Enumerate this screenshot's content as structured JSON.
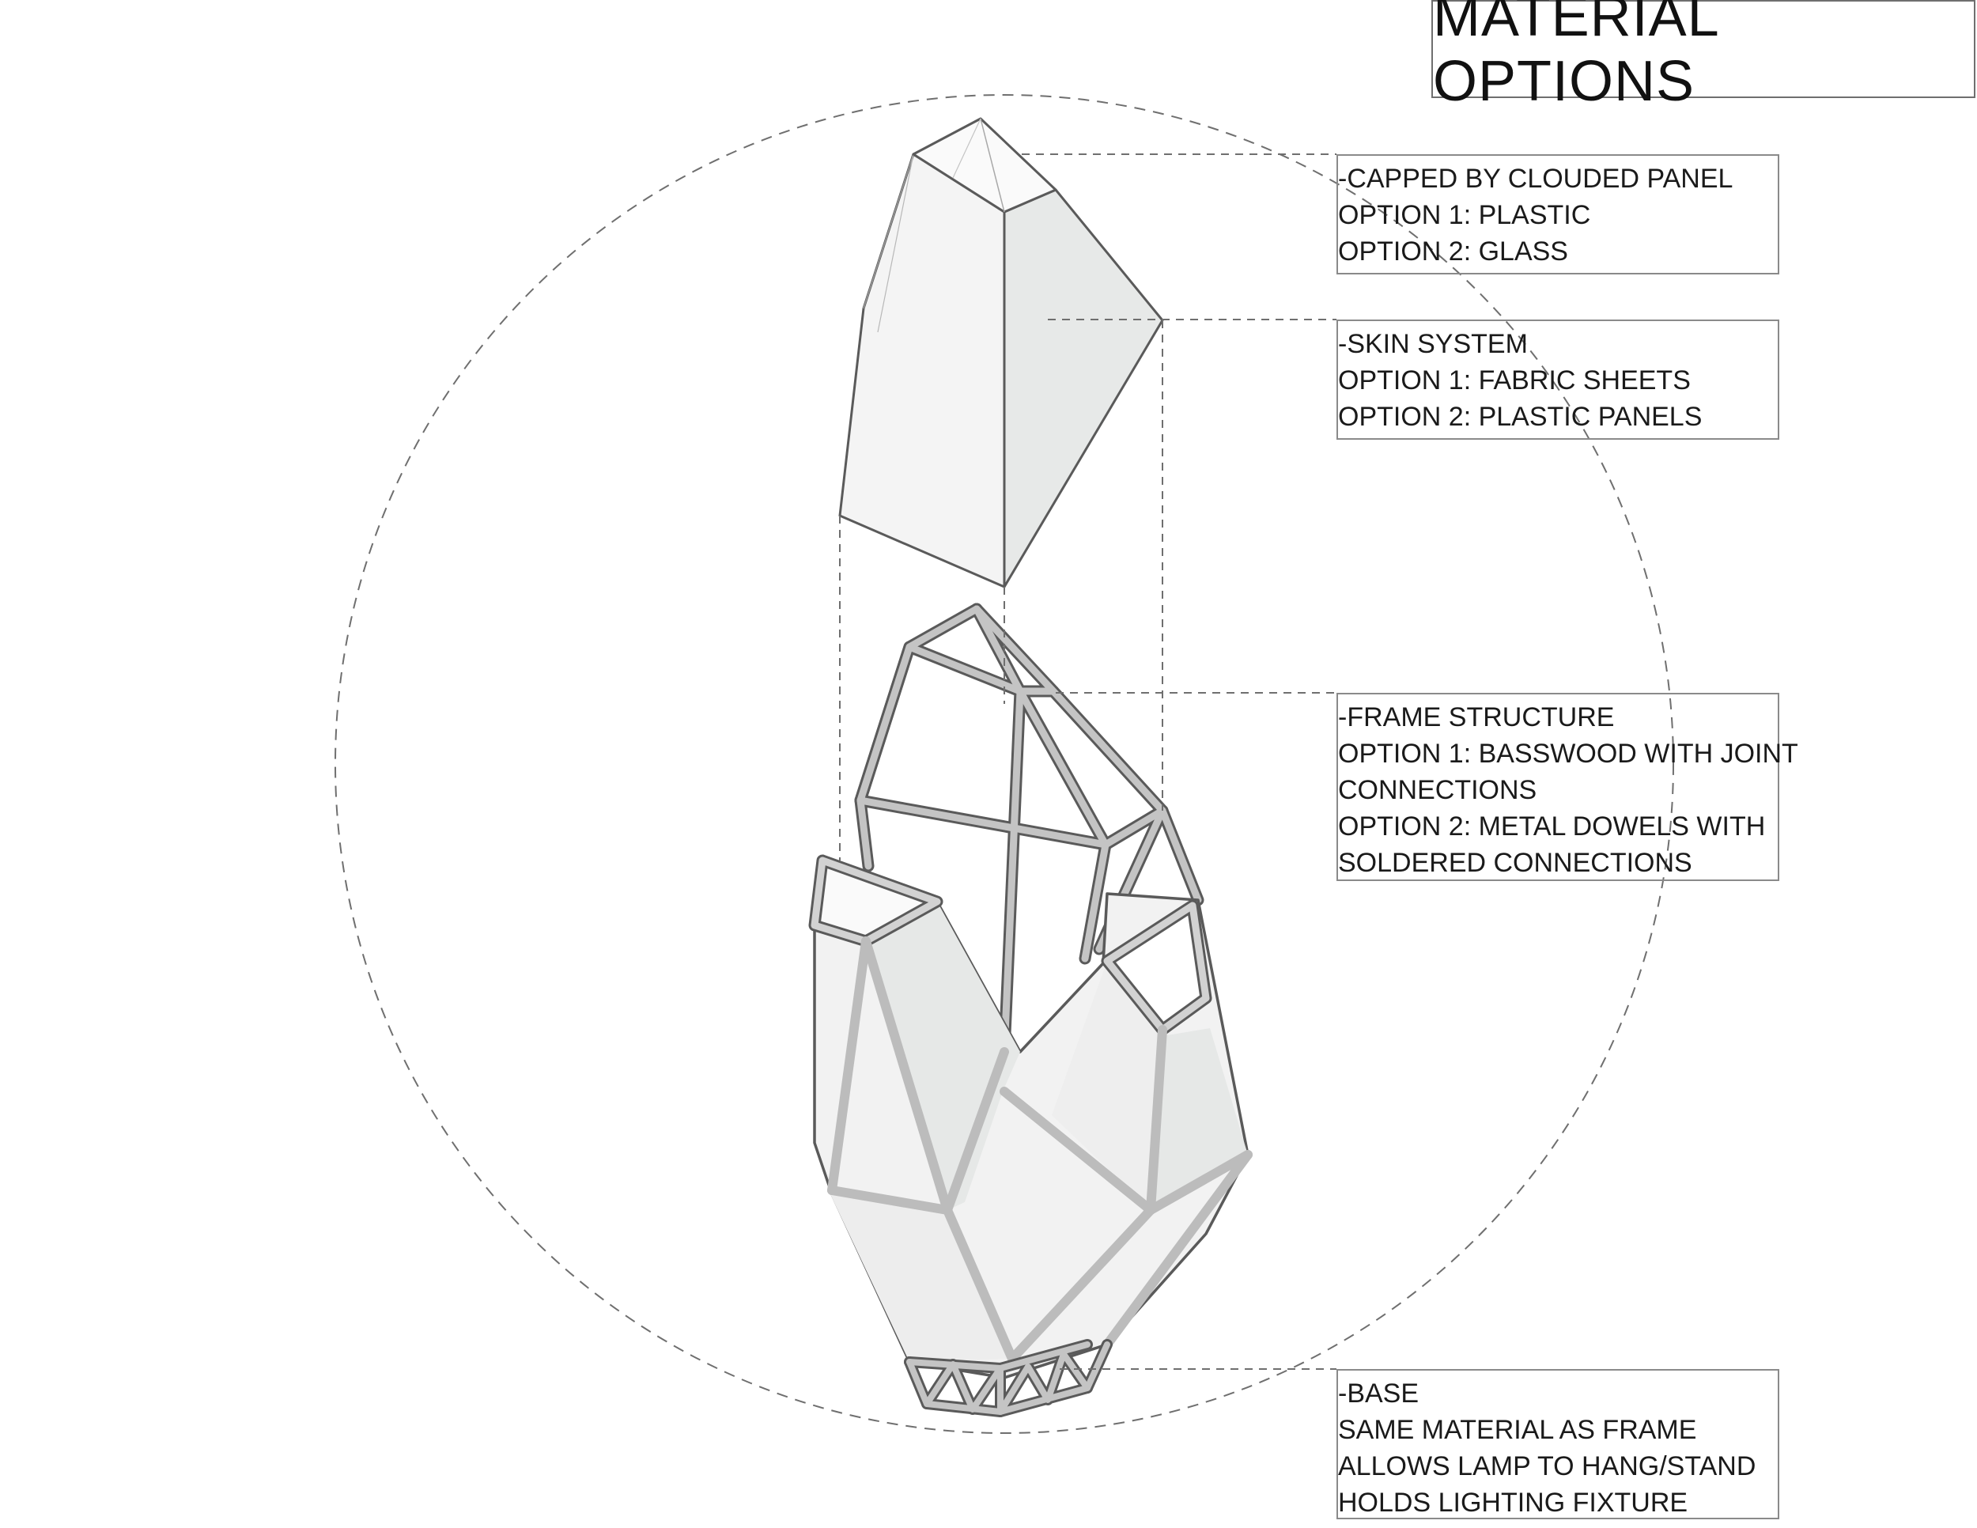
{
  "title": "MATERIAL OPTIONS",
  "callouts": {
    "cap": {
      "heading": "-CAPPED BY CLOUDED PANEL",
      "lines": [
        "OPTION 1: PLASTIC",
        "OPTION 2: GLASS"
      ]
    },
    "skin": {
      "heading": "-SKIN SYSTEM",
      "lines": [
        "OPTION 1: FABRIC SHEETS",
        "OPTION 2: PLASTIC PANELS"
      ]
    },
    "frame": {
      "heading": "-FRAME STRUCTURE",
      "lines": [
        "OPTION 1: BASSWOOD WITH JOINT",
        "CONNECTIONS",
        "OPTION 2: METAL DOWELS WITH",
        "SOLDERED CONNECTIONS"
      ]
    },
    "base": {
      "heading": "-BASE",
      "lines": [
        "SAME MATERIAL AS FRAME",
        "ALLOWS LAMP TO HANG/STAND",
        "HOLDS LIGHTING FIXTURE"
      ]
    }
  },
  "colors": {
    "outline": "#5a5a5a",
    "frame_member": "#bdbdbd",
    "skin_panel": "#f3f3f3",
    "skin_shade": "#e6e8e7",
    "dashed": "#6f6f6f"
  }
}
